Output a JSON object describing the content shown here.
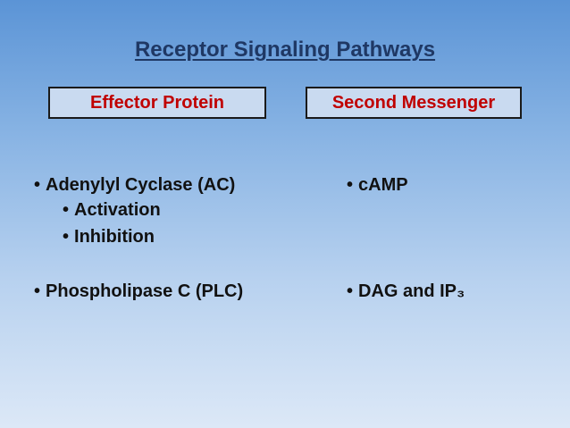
{
  "slide": {
    "title": "Receptor Signaling Pathways",
    "headers": {
      "effector": "Effector Protein",
      "messenger": "Second Messenger"
    },
    "bullet_glyph": "•",
    "effectors": [
      {
        "text": "Adenylyl Cyclase (AC)",
        "level": 1
      },
      {
        "text": "Activation",
        "level": 2
      },
      {
        "text": "Inhibition",
        "level": 2
      },
      {
        "text": "Phospholipase C (PLC)",
        "level": 1
      }
    ],
    "messengers": [
      {
        "text": "cAMP"
      },
      {
        "text": "DAG and IP₃"
      }
    ]
  },
  "colors": {
    "title": "#1f3864",
    "header_text": "#c00000",
    "header_fill": "#c9daf0",
    "body_text": "#111111"
  }
}
